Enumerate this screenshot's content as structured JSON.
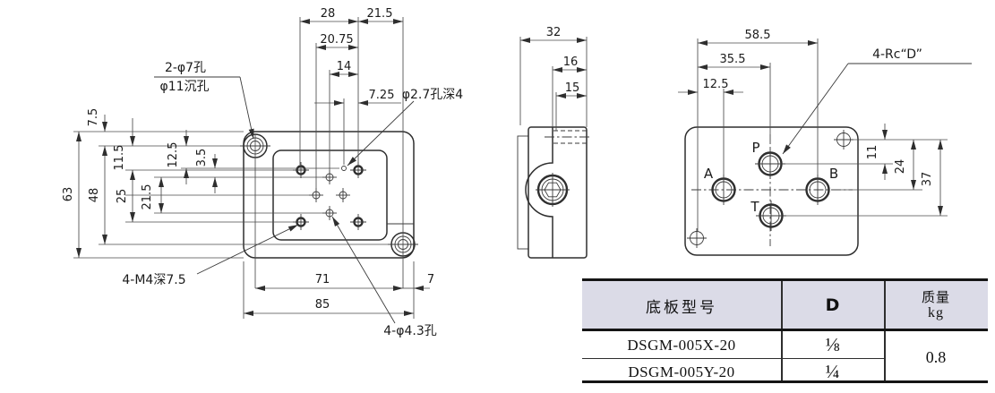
{
  "front": {
    "dims": {
      "w28": "28",
      "w21_5": "21.5",
      "w20_75": "20.75",
      "w14": "14",
      "w7_25": "7.25",
      "h7_5": "7.5",
      "h63": "63",
      "h48": "48",
      "h11_5": "11.5",
      "h25": "25",
      "h21_5": "21.5",
      "h12_5": "12.5",
      "h3_5": "3.5",
      "b71": "71",
      "b7": "7",
      "b85": "85"
    },
    "labels": {
      "counterbore_line1": "2-φ7孔",
      "counterbore_line2": "φ11沉孔",
      "pin_hole": "φ2.7孔深4",
      "tapped_holes": "4-M4深7.5",
      "through_holes": "4-φ4.3孔"
    }
  },
  "side": {
    "dims": {
      "w32": "32",
      "w16": "16",
      "w15": "15"
    }
  },
  "back": {
    "dims": {
      "w58_5": "58.5",
      "w35_5": "35.5",
      "w12_5": "12.5",
      "h11": "11",
      "h24": "24",
      "h37": "37"
    },
    "ports": {
      "p": "P",
      "a": "A",
      "b": "B",
      "t": "T"
    },
    "rc_label": "4-Rc“D”"
  },
  "table": {
    "header_model": "底板型号",
    "header_d": "D",
    "header_mass_line1": "质量",
    "header_mass_line2": "kg",
    "rows": [
      {
        "model": "DSGM-005X-20",
        "d": "⅛"
      },
      {
        "model": "DSGM-005Y-20",
        "d": "¼"
      }
    ],
    "mass": "0.8"
  }
}
